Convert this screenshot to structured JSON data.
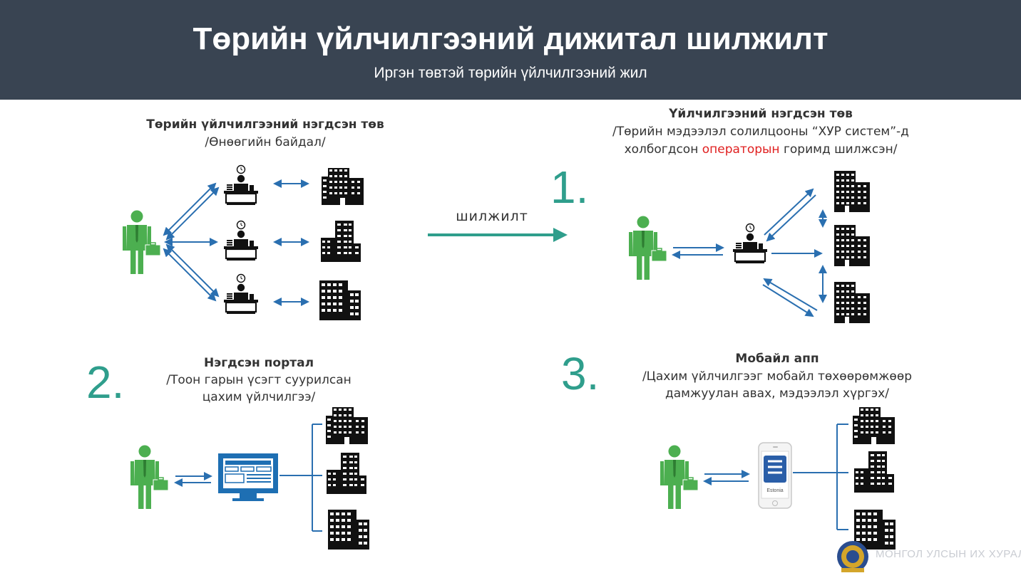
{
  "header": {
    "title": "Төрийн үйлчилгээний дижитал шилжилт",
    "subtitle": "Иргэн төвтэй төрийн үйлчилгээний жил"
  },
  "current_state": {
    "title": "Төрийн үйлчилгээний нэгдсэн төв",
    "subtitle": "/Өнөөгийн байдал/"
  },
  "transition": {
    "label": "шилжилт"
  },
  "step1": {
    "number": "1.",
    "title": "Үйлчилгээний нэгдсэн төв",
    "line1": "/Төрийн мэдээлэл солилцооны “ХУР систем”-д",
    "line2_before": "холбогдсон ",
    "line2_highlight": "операторын",
    "line2_after": " горимд шилжсэн/"
  },
  "step2": {
    "number": "2.",
    "title": "Нэгдсэн портал",
    "line1": "/Тоон гарын үсэгт суурилсан",
    "line2": "цахим үйлчилгээ/"
  },
  "step3": {
    "number": "3.",
    "title": "Мобайл апп",
    "line1": "/Цахим үйлчилгээг мобайл төхөөрөмжөөр",
    "line2": "дамжуулан авах, мэдээлэл хүргэх/",
    "phone_label": "Estonia"
  },
  "footer": {
    "org": "МОНГОЛ УЛСЫН ИХ ХУРАЛ"
  },
  "colors": {
    "header_bg": "#394452",
    "accent": "#2f9e8c",
    "person": "#4caf50",
    "arrow": "#2a6fb0",
    "highlight": "#e02020"
  }
}
